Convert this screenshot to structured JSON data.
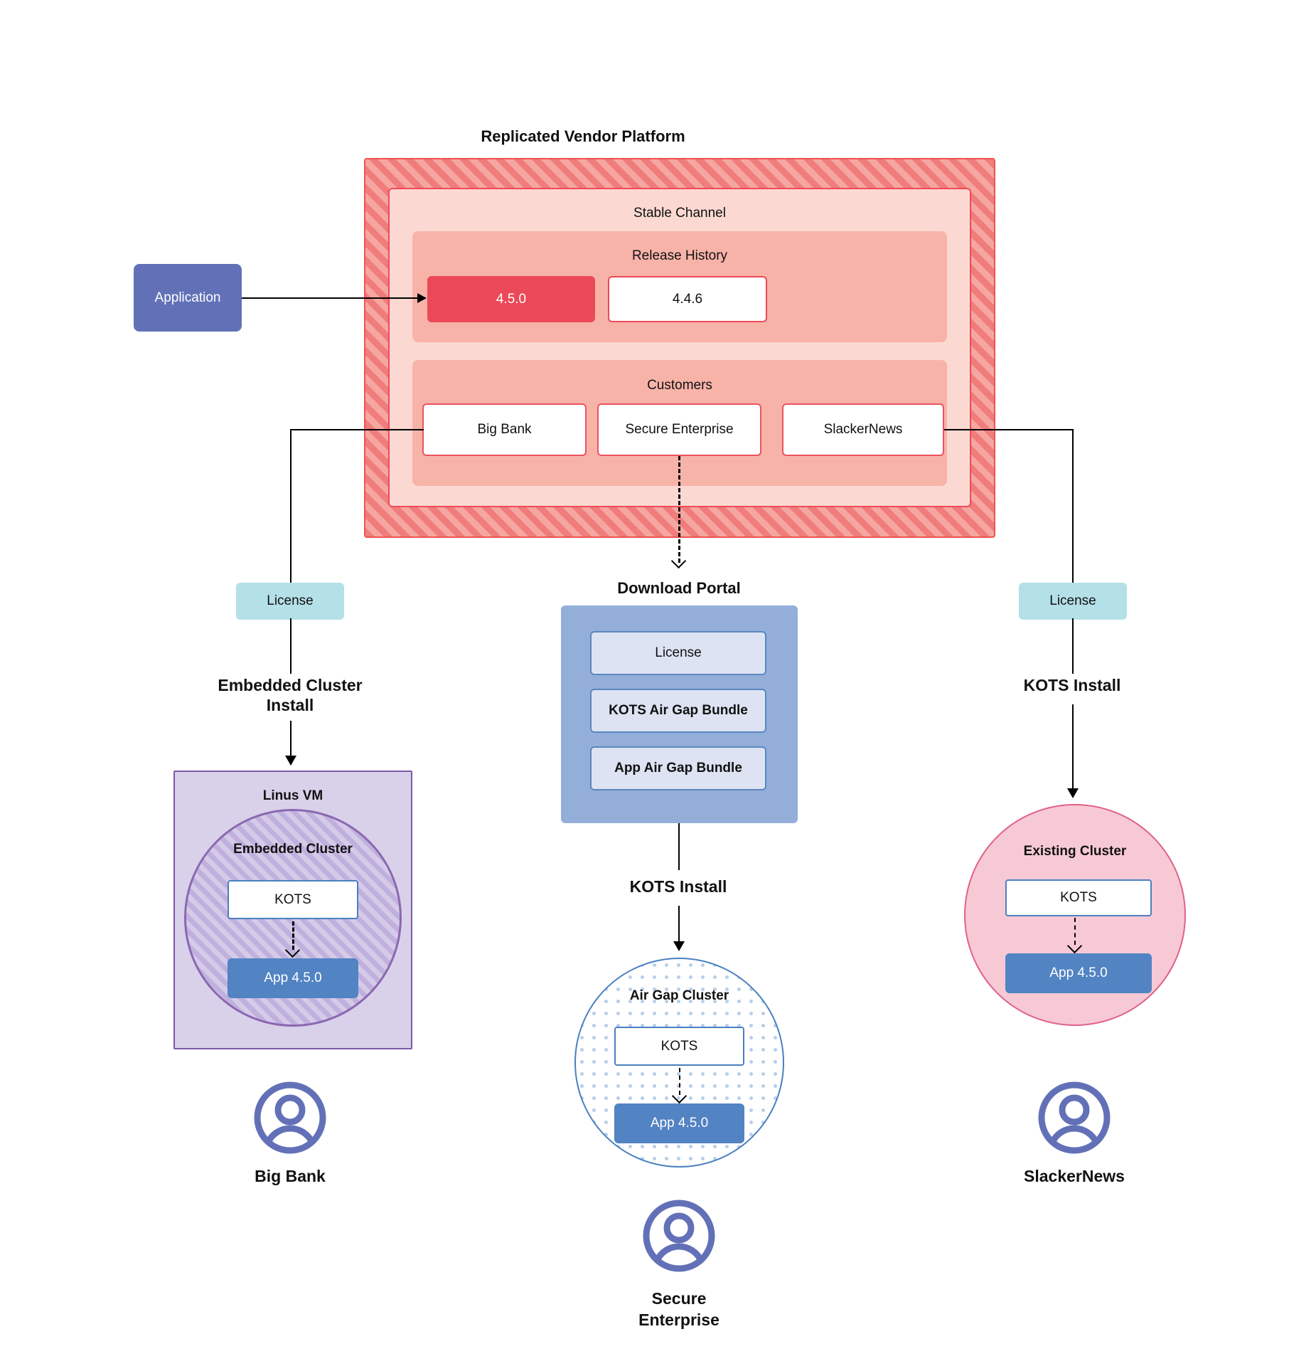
{
  "diagram": {
    "title": "Replicated Vendor Platform",
    "application": {
      "label": "Application"
    },
    "platform": {
      "channel_title": "Stable Channel",
      "release_history": {
        "title": "Release History",
        "releases": [
          {
            "version": "4.5.0",
            "state": "current"
          },
          {
            "version": "4.4.6",
            "state": "previous"
          }
        ]
      },
      "customers": {
        "title": "Customers",
        "items": [
          {
            "name": "Big Bank"
          },
          {
            "name": "Secure Enterprise"
          },
          {
            "name": "SlackerNews"
          }
        ]
      }
    },
    "left_branch": {
      "license_label": "License",
      "install_label": "Embedded Cluster Install",
      "install_label_line1": "Embedded Cluster",
      "install_label_line2": "Install",
      "vm_title": "Linus VM",
      "cluster_title": "Embedded Cluster",
      "kots_label": "KOTS",
      "app_label": "App 4.5.0",
      "persona": "Big Bank",
      "persona_icon": "user-avatar-icon"
    },
    "middle_branch": {
      "portal_title": "Download  Portal",
      "portal_items": [
        {
          "label": "License"
        },
        {
          "label": "KOTS Air Gap Bundle"
        },
        {
          "label": "App Air Gap Bundle"
        }
      ],
      "install_label": "KOTS Install",
      "cluster_title": "Air Gap Cluster",
      "kots_label": "KOTS",
      "app_label": "App 4.5.0",
      "persona_line1": "Secure",
      "persona_line2": "Enterprise",
      "persona_icon": "user-avatar-icon"
    },
    "right_branch": {
      "license_label": "License",
      "install_label": "KOTS Install",
      "cluster_title": "Existing Cluster",
      "kots_label": "KOTS",
      "app_label": "App 4.5.0",
      "persona": "SlackerNews",
      "persona_icon": "user-avatar-icon"
    },
    "colors": {
      "platform_hatch": "#f07c7c",
      "channel_bg": "#fbd9d2",
      "section_bg": "#f8b3a9",
      "release_current": "#ec4958",
      "customer_border": "#ee5160",
      "application": "#6271b7",
      "license_chip": "#b4e0e8",
      "portal": "#93afd9",
      "portal_item": "#dde3f3",
      "vm": "#d9d0ea",
      "vm_border": "#7b5aa6",
      "airgap_border": "#4a7fc1",
      "existing_cluster": "#f7c9d5",
      "existing_cluster_border": "#e0618a",
      "app_box": "#5283c2",
      "kots_border": "#4a7fc1",
      "persona_icon": "#6271b7"
    }
  }
}
